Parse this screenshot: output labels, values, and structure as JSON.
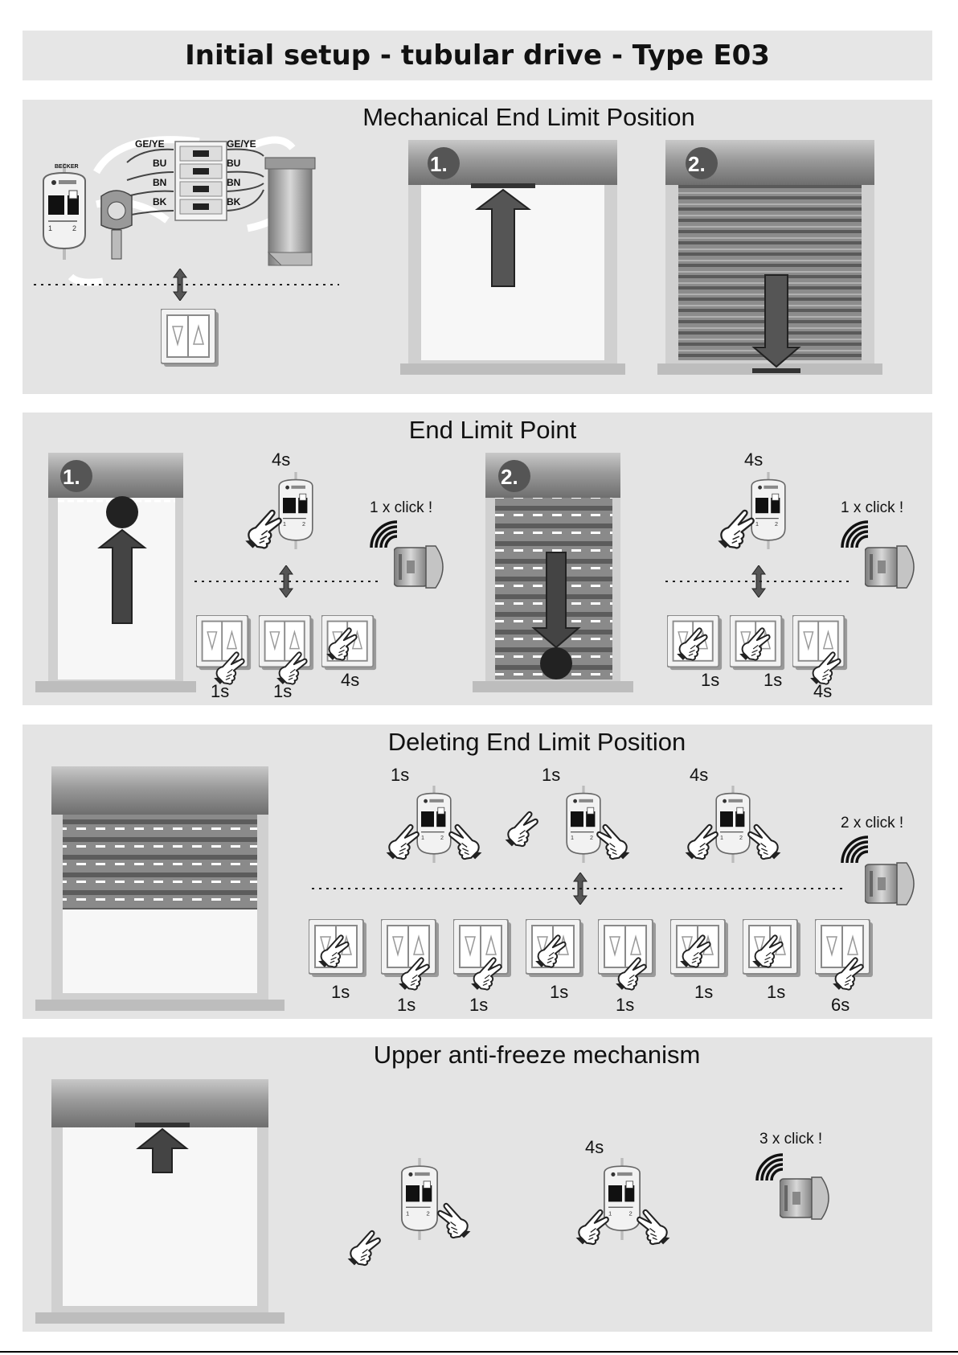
{
  "title": "Initial setup - tubular drive - Type E03",
  "sections": {
    "mechanical": {
      "title": "Mechanical End Limit Position",
      "wires": [
        "GE/YE",
        "BU",
        "BN",
        "BK"
      ],
      "brand": "BECKER",
      "steps": [
        "1.",
        "2."
      ]
    },
    "end_limit": {
      "title": "End Limit Point",
      "steps": [
        "1.",
        "2."
      ],
      "left": {
        "hold": "4s",
        "click": "1 x click !",
        "times": [
          "1s",
          "1s",
          "4s"
        ]
      },
      "right": {
        "hold": "4s",
        "click": "1 x click !",
        "times": [
          "1s",
          "1s",
          "4s"
        ]
      }
    },
    "deleting": {
      "title": "Deleting End Limit Position",
      "holds": [
        "1s",
        "1s",
        "4s"
      ],
      "click": "2 x click !",
      "times": [
        "1s",
        "1s",
        "1s",
        "1s",
        "1s",
        "1s",
        "1s",
        "6s"
      ]
    },
    "antifreeze": {
      "title": "Upper anti-freeze mechanism",
      "hold": "4s",
      "click": "3 x click !"
    }
  },
  "icons": [
    "window-frame-icon",
    "roller-shutter-icon",
    "arrow-up-icon",
    "arrow-down-icon",
    "wall-switch-icon",
    "hand-pointer-icon",
    "setting-cable-icon",
    "tubular-motor-icon",
    "click-signal-icon",
    "plug-icon",
    "terminal-block-icon",
    "double-arrow-icon"
  ]
}
